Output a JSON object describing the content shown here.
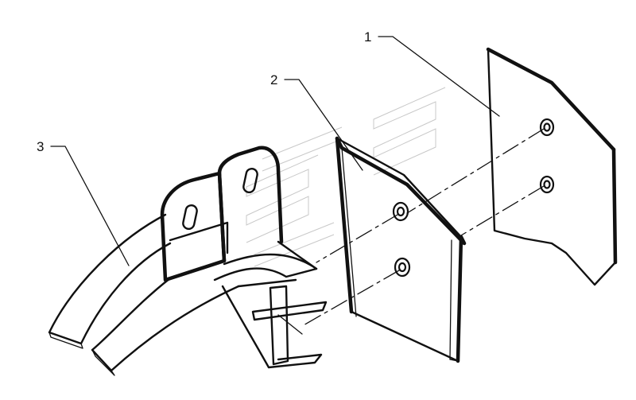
{
  "callouts": [
    {
      "id": "1",
      "label": "1"
    },
    {
      "id": "2",
      "label": "2"
    },
    {
      "id": "3",
      "label": "3"
    }
  ],
  "colors": {
    "ink": "#111111",
    "watermark": "#9a9a9a",
    "background": "#ffffff"
  }
}
